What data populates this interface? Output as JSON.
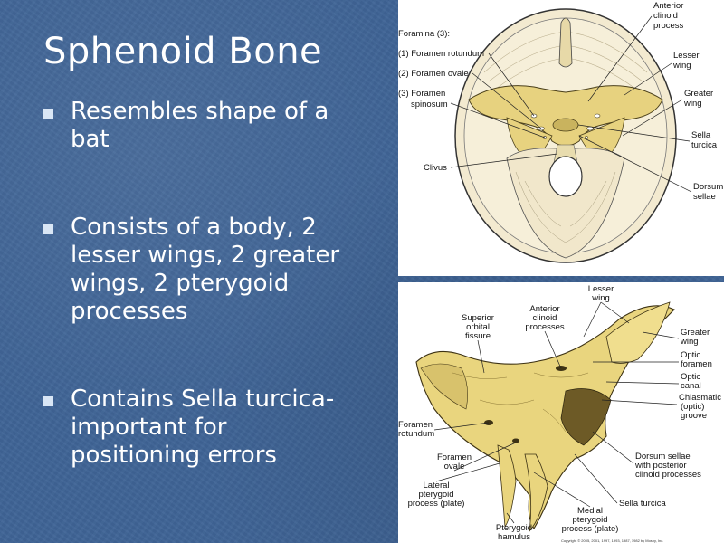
{
  "slide": {
    "title": "Sphenoid Bone",
    "background_color": "#3f6496",
    "bullets": [
      "Resembles shape of a bat",
      "Consists of a body, 2 lesser wings, 2 greater wings, 2 pterygoid processes",
      "Contains Sella turcica- important for positioning errors"
    ]
  },
  "figure_top": {
    "bone_color": "#e7d27f",
    "labels": {
      "foramina_heading": "Foramina (3):",
      "foramen_rotundum": "(1) Foramen rotundum",
      "foramen_ovale": "(2) Foramen ovale",
      "foramen_spinosum_1": "(3) Foramen",
      "foramen_spinosum_2": "spinosum",
      "clivus": "Clivus",
      "anterior_clinoid_1": "Anterior",
      "anterior_clinoid_2": "clinoid",
      "anterior_clinoid_3": "process",
      "lesser_wing_1": "Lesser",
      "lesser_wing_2": "wing",
      "greater_wing_1": "Greater",
      "greater_wing_2": "wing",
      "sella_turcica_1": "Sella",
      "sella_turcica_2": "turcica",
      "dorsum_sellae_1": "Dorsum",
      "dorsum_sellae_2": "sellae"
    }
  },
  "figure_bottom": {
    "bone_color": "#e9d57e",
    "labels": {
      "lesser_wing_1": "Lesser",
      "lesser_wing_2": "wing",
      "superior_orbital_1": "Superior",
      "superior_orbital_2": "orbital",
      "superior_orbital_3": "fissure",
      "anterior_clinoid_1": "Anterior",
      "anterior_clinoid_2": "clinoid",
      "anterior_clinoid_3": "processes",
      "greater_wing_1": "Greater",
      "greater_wing_2": "wing",
      "optic_foramen_1": "Optic",
      "optic_foramen_2": "foramen",
      "optic_canal_1": "Optic",
      "optic_canal_2": "canal",
      "chiasmatic_1": "Chiasmatic",
      "chiasmatic_2": "(optic)",
      "chiasmatic_3": "groove",
      "foramen_rotundum_1": "Foramen",
      "foramen_rotundum_2": "rotundum",
      "foramen_ovale_1": "Foramen",
      "foramen_ovale_2": "ovale",
      "dorsum_sellae_1": "Dorsum sellae",
      "dorsum_sellae_2": "with posterior",
      "dorsum_sellae_3": "clinoid processes",
      "lateral_pterygoid_1": "Lateral",
      "lateral_pterygoid_2": "pterygoid",
      "lateral_pterygoid_3": "process (plate)",
      "medial_pterygoid_1": "Medial",
      "medial_pterygoid_2": "pterygoid",
      "medial_pterygoid_3": "process (plate)",
      "sella_turcica": "Sella turcica",
      "pterygoid_hamulus_1": "Pterygoid",
      "pterygoid_hamulus_2": "hamulus",
      "copyright": "Copyright © 2005, 2001, 1997, 1993, 1987, 1982 by Mosby, Inc."
    }
  }
}
